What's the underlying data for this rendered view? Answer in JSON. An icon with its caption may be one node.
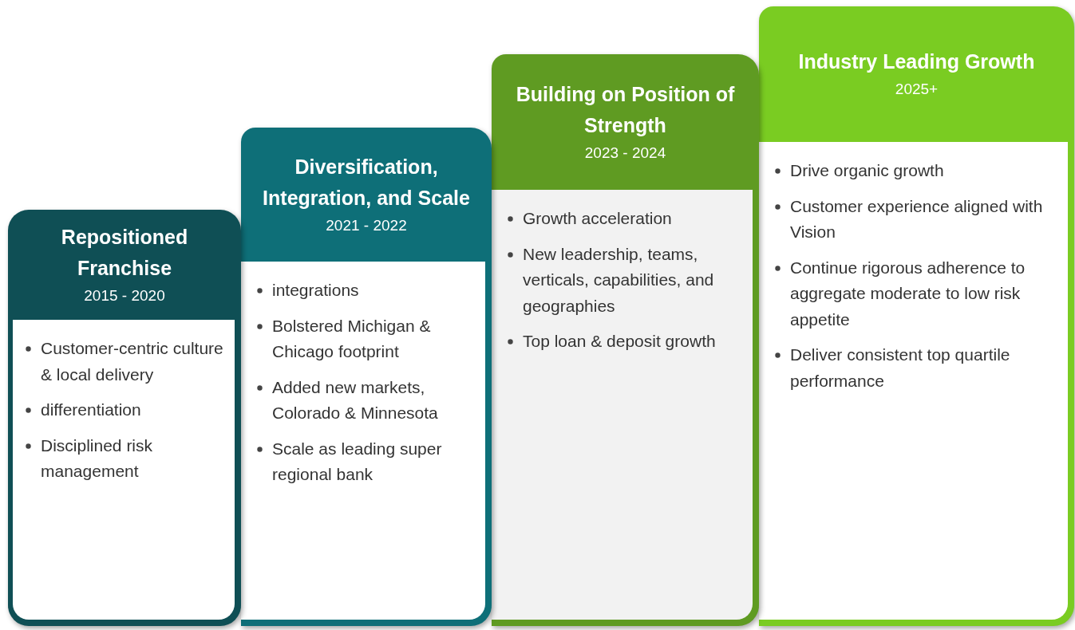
{
  "diagram": {
    "nodes": [
      {
        "text": [
          "Repositioned Franchise",
          "2015 - 2020",
          "Customer-centric culture & local delivery",
          "differentiation",
          "Disciplined risk management"
        ]
      },
      {
        "text": [
          "Diversification, Integration, and Scale",
          "2021 - 2022",
          "integrations",
          "Bolstered Michigan & Chicago footprint",
          "Added new markets, Colorado & Minnesota",
          "Scale as leading super regional bank"
        ]
      },
      {
        "text": [
          "Building on Position of Strength",
          "2023 - 2024",
          "Growth acceleration",
          "New leadership, teams, verticals, capabilities, and geographies",
          "Top loan & deposit growth"
        ]
      },
      {
        "text": [
          "Industry Leading Growth",
          "2025+",
          "Drive organic growth",
          "Customer experience aligned with Vision",
          "Continue rigorous adherence to aggregate moderate to low risk appetite",
          "Deliver consistent top quartile performance"
        ]
      }
    ]
  }
}
